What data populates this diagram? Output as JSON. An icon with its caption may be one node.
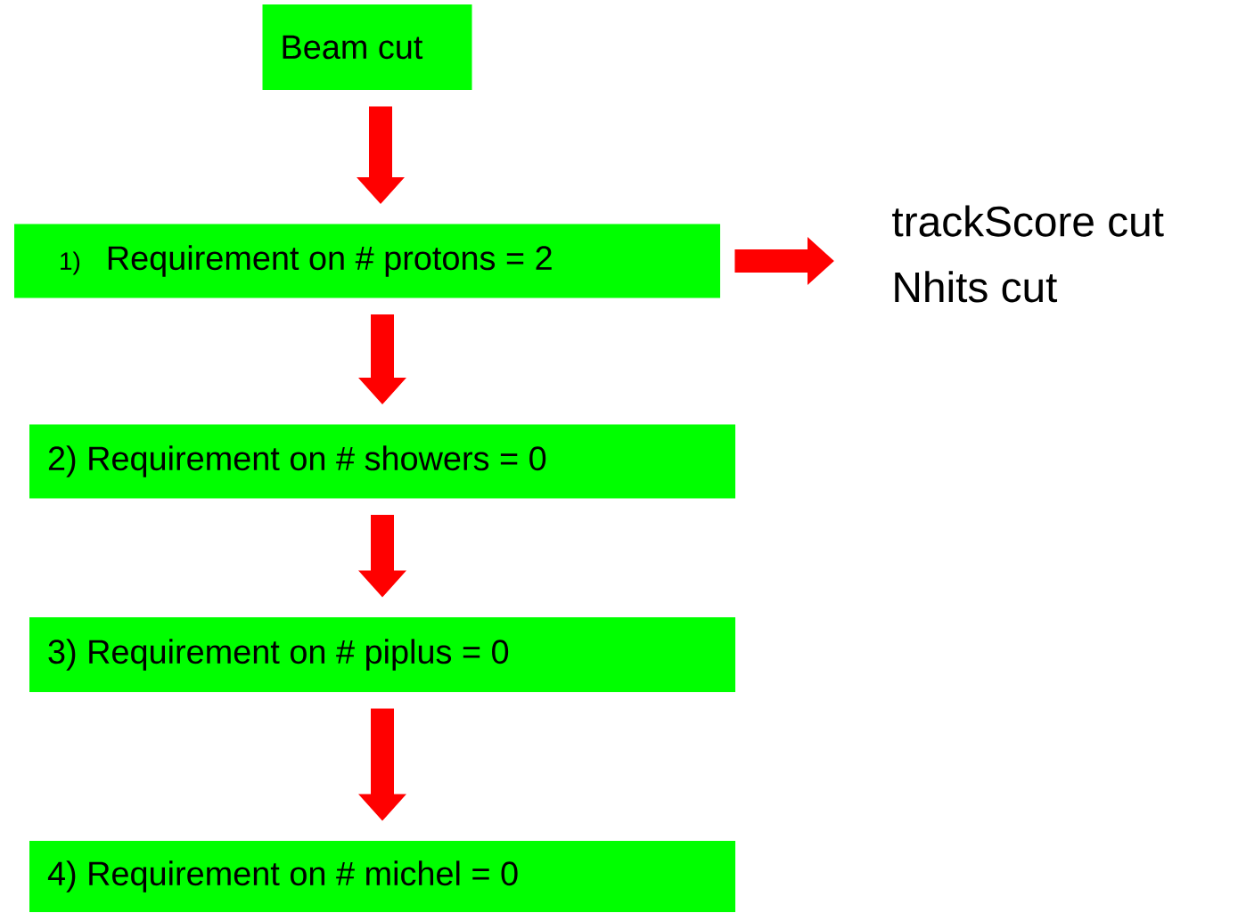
{
  "diagram": {
    "nodes": [
      {
        "text": [
          "Beam cut"
        ]
      },
      {
        "text": [
          "1)",
          "Requirement on # protons = 2"
        ]
      },
      {
        "text": [
          "2) Requirement on # showers = 0"
        ]
      },
      {
        "text": [
          "3) Requirement on # piplus = 0"
        ]
      },
      {
        "text": [
          "4) Requirement on # michel = 0"
        ]
      },
      {
        "text": [
          "trackScore cut",
          "Nhits cut"
        ]
      }
    ],
    "edges": [
      {
        "from": 0,
        "to": 1,
        "arrow": "to"
      },
      {
        "from": 1,
        "to": 2,
        "arrow": "to"
      },
      {
        "from": 2,
        "to": 3,
        "arrow": "to"
      },
      {
        "from": 3,
        "to": 4,
        "arrow": "to"
      },
      {
        "from": 1,
        "to": 5,
        "arrow": "to"
      }
    ]
  }
}
